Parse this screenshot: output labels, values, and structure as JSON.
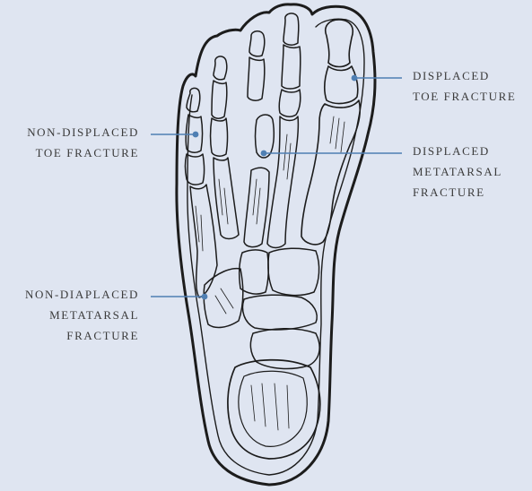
{
  "labels": {
    "non_displaced_toe": [
      "NON-DISPLACED",
      "TOE FRACTURE"
    ],
    "non_displaced_metatarsal": [
      "NON-DIAPLACED",
      "METATARSAL",
      "FRACTURE"
    ],
    "displaced_toe": [
      "DISPLACED",
      "TOE FRACTURE"
    ],
    "displaced_metatarsal": [
      "DISPLACED",
      "METATARSAL",
      "FRACTURE"
    ]
  },
  "colors": {
    "background": "#dfe5f1",
    "leader": "#4f7fb3",
    "marker": "#4f7fb3",
    "ink": "#1c1c1c"
  }
}
